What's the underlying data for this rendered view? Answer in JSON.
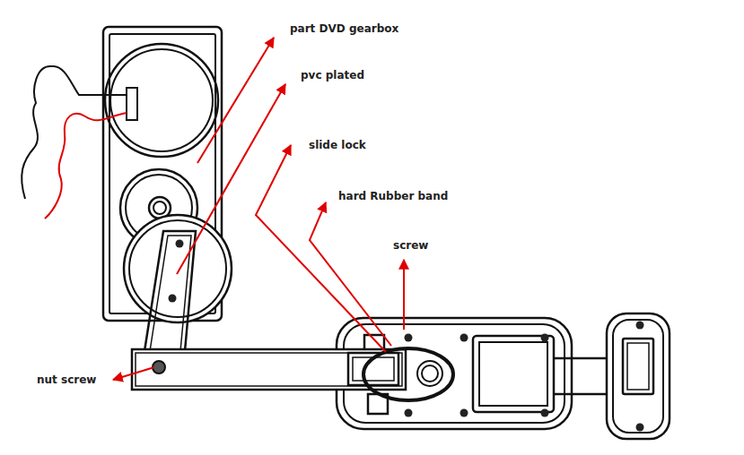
{
  "diagram": {
    "labels": [
      "part DVD gearbox",
      "pvc plated",
      "slide lock",
      "hard Rubber band",
      "screw",
      "nut screw"
    ]
  }
}
